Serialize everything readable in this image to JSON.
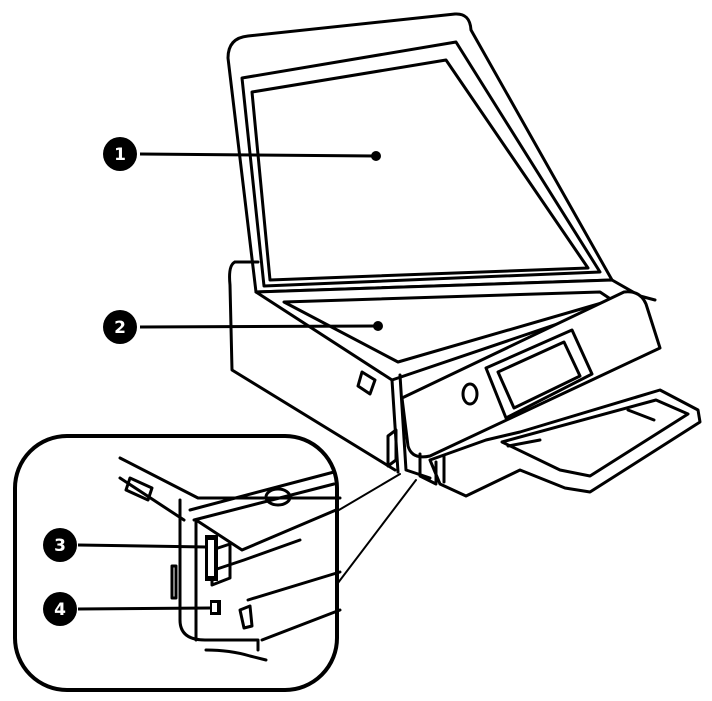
{
  "figure": {
    "subject": "printer-parts-front-view",
    "callouts": [
      {
        "number": "1"
      },
      {
        "number": "2"
      },
      {
        "number": "3"
      },
      {
        "number": "4"
      }
    ]
  }
}
